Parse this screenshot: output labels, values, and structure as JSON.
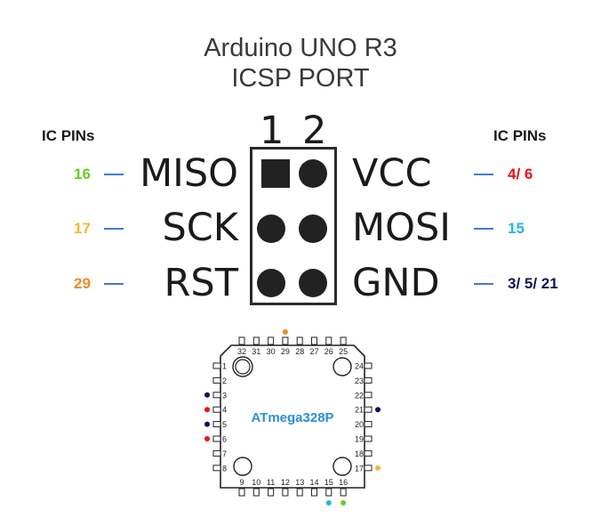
{
  "title": {
    "line1": "Arduino UNO R3",
    "line2": "ICSP PORT"
  },
  "ic_pins_header_left": "IC PINs",
  "ic_pins_header_right": "IC PINs",
  "header": {
    "col_numbers": [
      "1",
      "2"
    ],
    "rows": [
      {
        "left_label": "MISO",
        "right_label": "VCC",
        "left_ic_pin": "16",
        "right_ic_pin": "4/ 6",
        "left_color": "#66cc22",
        "right_color": "#ee1111"
      },
      {
        "left_label": "SCK",
        "right_label": "MOSI",
        "left_ic_pin": "17",
        "right_ic_pin": "15",
        "left_color": "#f5b82e",
        "right_color": "#1eb5ee"
      },
      {
        "left_label": "RST",
        "right_label": "GND",
        "left_ic_pin": "29",
        "right_ic_pin": "3/ 5/ 21",
        "left_color": "#f08a24",
        "right_color": "#0e1450"
      }
    ]
  },
  "chip": {
    "label": "ATmega328P",
    "label_color": "#2a8fd8",
    "top_pins": [
      "32",
      "31",
      "30",
      "29",
      "28",
      "27",
      "26",
      "25"
    ],
    "left_pins": [
      "1",
      "2",
      "3",
      "4",
      "5",
      "6",
      "7",
      "8"
    ],
    "right_pins": [
      "24",
      "23",
      "22",
      "21",
      "20",
      "19",
      "18",
      "17"
    ],
    "bottom_pins": [
      "9",
      "10",
      "11",
      "12",
      "13",
      "14",
      "15",
      "16"
    ],
    "markers": [
      {
        "pin": "29",
        "color": "#f08a24"
      },
      {
        "pin": "3",
        "color": "#0e1450"
      },
      {
        "pin": "4",
        "color": "#ee1111"
      },
      {
        "pin": "5",
        "color": "#0e1450"
      },
      {
        "pin": "6",
        "color": "#ee1111"
      },
      {
        "pin": "21",
        "color": "#0e1450"
      },
      {
        "pin": "17",
        "color": "#f5b82e"
      },
      {
        "pin": "15",
        "color": "#1eb5ee"
      },
      {
        "pin": "16",
        "color": "#66cc22"
      }
    ]
  }
}
